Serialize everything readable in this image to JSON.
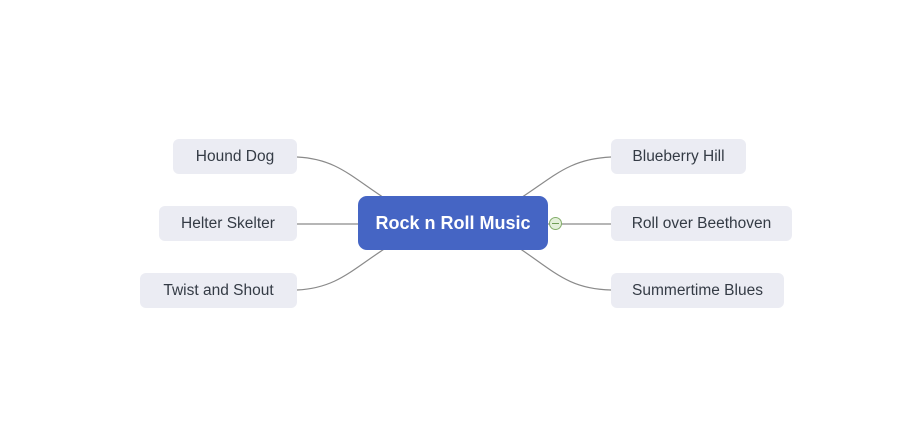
{
  "canvas": {
    "background": "#ffffff"
  },
  "mindmap": {
    "root": {
      "label": "Rock n Roll Music",
      "bg_color": "#4565c4",
      "text_color": "#ffffff"
    },
    "left_children": [
      {
        "label": "Hound Dog"
      },
      {
        "label": "Helter Skelter"
      },
      {
        "label": "Twist and Shout"
      }
    ],
    "right_children": [
      {
        "label": "Blueberry Hill"
      },
      {
        "label": "Roll over Beethoven"
      },
      {
        "label": "Summertime Blues"
      }
    ],
    "child_style": {
      "bg_color": "#ebecf3",
      "text_color": "#343b45"
    },
    "connector_color": "#8a8a8a",
    "collapse_button": {
      "icon": "minus-circle-icon",
      "border_color": "#84ae6a",
      "fill_color": "#e3f0da"
    }
  }
}
